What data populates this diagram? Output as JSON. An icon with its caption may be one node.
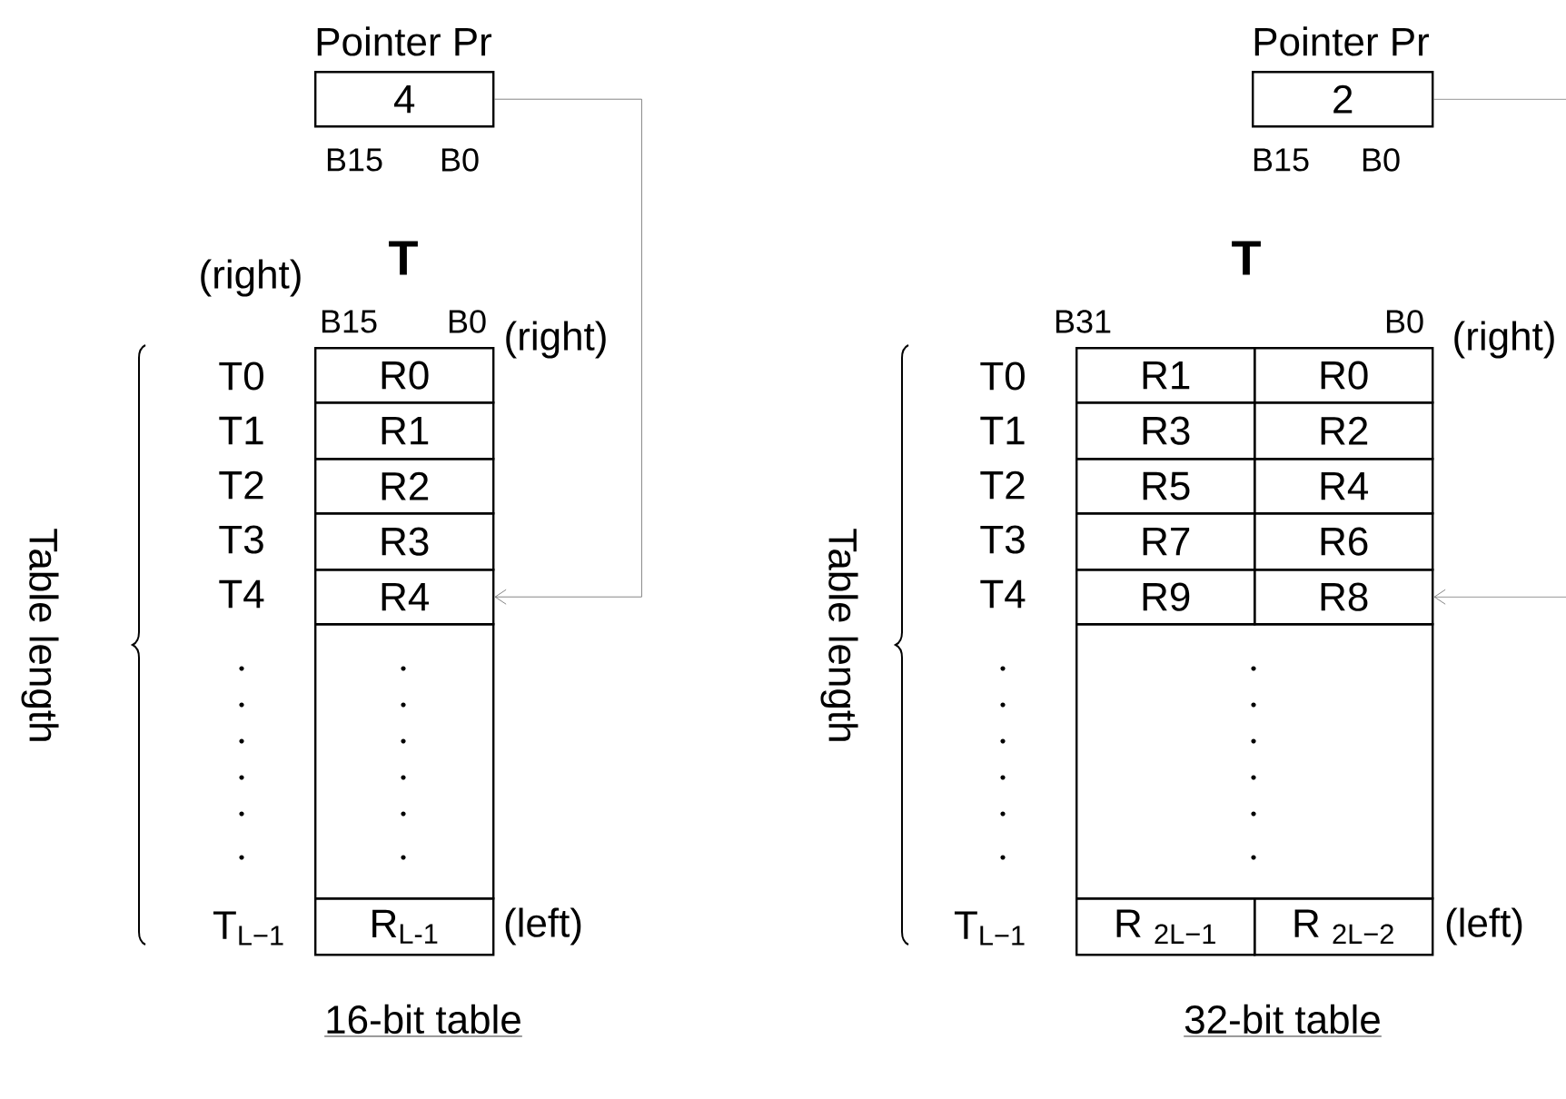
{
  "diagram": {
    "nodes": [
      {
        "text": [
          "Pointer Pr",
          "4"
        ]
      },
      {
        "text": [
          "R0"
        ]
      },
      {
        "text": [
          "R1"
        ]
      },
      {
        "text": [
          "R2"
        ]
      },
      {
        "text": [
          "R3"
        ]
      },
      {
        "text": [
          "R4"
        ]
      },
      {
        "text": [],
        "shape": "box"
      },
      {
        "text": [
          "R$_{L-1}$"
        ]
      },
      {
        "text": [
          "Pointer Pr",
          "2"
        ]
      },
      {
        "text": [
          "R1"
        ]
      },
      {
        "text": [
          "R0"
        ]
      },
      {
        "text": [
          "R3"
        ]
      },
      {
        "text": [
          "R2"
        ]
      },
      {
        "text": [
          "R5"
        ]
      },
      {
        "text": [
          "R4"
        ]
      },
      {
        "text": [
          "R7"
        ]
      },
      {
        "text": [
          "R6"
        ]
      },
      {
        "text": [
          "R9"
        ]
      },
      {
        "text": [
          "R8"
        ]
      },
      {
        "text": [],
        "shape": "box"
      },
      {
        "text": [
          "R $_{2L−1}$"
        ]
      },
      {
        "text": [
          "R $_{2L−2}$"
        ]
      }
    ],
    "edges": [
      {
        "from": 0,
        "to": 5,
        "arrow": "to"
      },
      {
        "from": 8,
        "to": null,
        "arrow": "none"
      },
      {
        "from": null,
        "to": 18,
        "arrow": "to"
      }
    ],
    "labels": [
      "B15",
      "B0",
      "T",
      "(right)",
      "B15",
      "B0",
      "(right)",
      "T0",
      "T1",
      "T2",
      "T3",
      "T4",
      "T$_{L−1}$",
      "(left)",
      "Table length",
      "16-bit table",
      "B15",
      "B0",
      "T",
      "B31",
      "B0",
      "(right)",
      "T0",
      "T1",
      "T2",
      "T3",
      "T4",
      "T$_{L−1}$",
      "(left)",
      "Table length",
      "32-bit table"
    ]
  }
}
